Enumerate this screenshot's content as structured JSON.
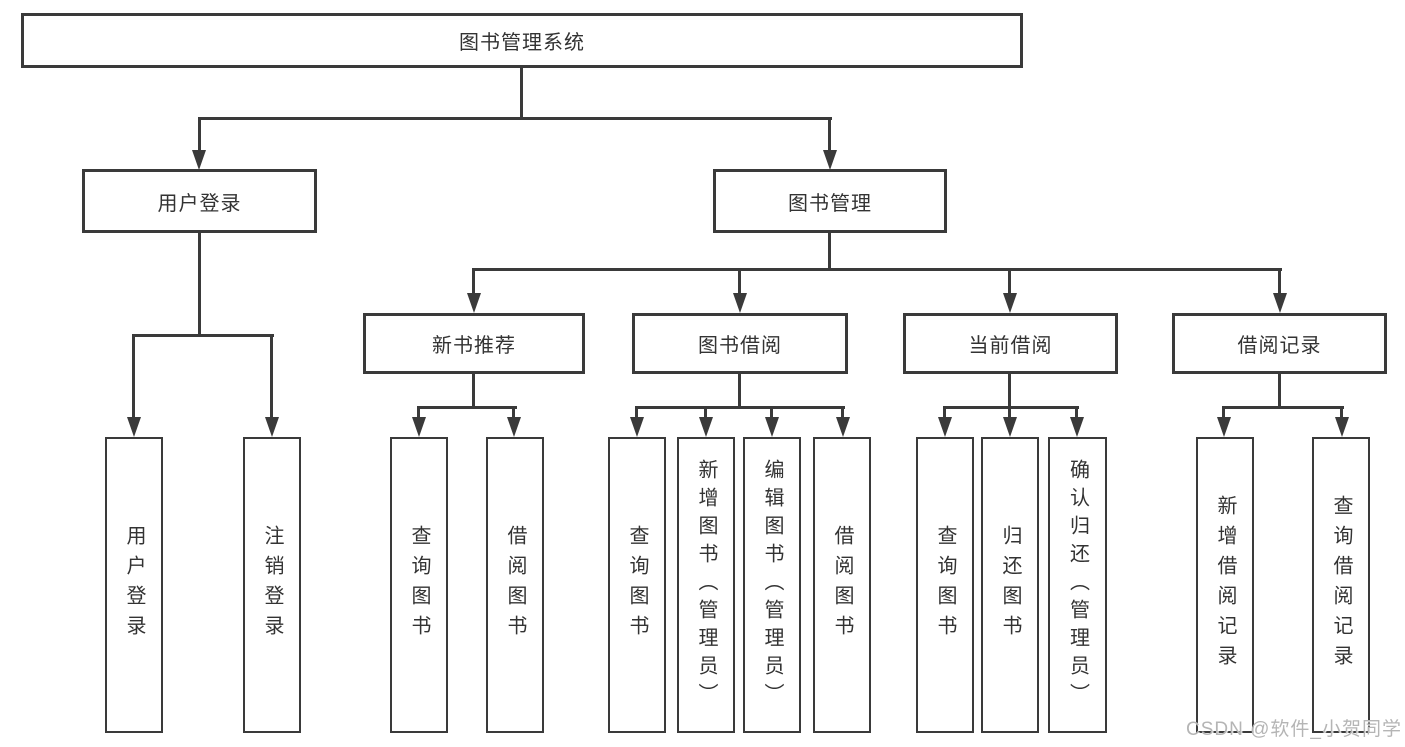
{
  "diagram": {
    "type": "tree",
    "watermark": "CSDN @软件_小贺同学",
    "colors": {
      "stroke": "#3a3a3a",
      "text": "#333333",
      "background": "#ffffff",
      "watermark": "#b5b5b5"
    },
    "tree": {
      "label": "图书管理系统",
      "children": [
        {
          "label": "用户登录",
          "children": [
            {
              "label": "用户登录"
            },
            {
              "label": "注销登录"
            }
          ]
        },
        {
          "label": "图书管理",
          "children": [
            {
              "label": "新书推荐",
              "children": [
                {
                  "label": "查询图书"
                },
                {
                  "label": "借阅图书"
                }
              ]
            },
            {
              "label": "图书借阅",
              "children": [
                {
                  "label": "查询图书"
                },
                {
                  "label": "新增图书（管理员）"
                },
                {
                  "label": "编辑图书（管理员）"
                },
                {
                  "label": "借阅图书"
                }
              ]
            },
            {
              "label": "当前借阅",
              "children": [
                {
                  "label": "查询图书"
                },
                {
                  "label": "归还图书"
                },
                {
                  "label": "确认归还（管理员）"
                }
              ]
            },
            {
              "label": "借阅记录",
              "children": [
                {
                  "label": "新增借阅记录"
                },
                {
                  "label": "查询借阅记录"
                }
              ]
            }
          ]
        }
      ]
    }
  }
}
